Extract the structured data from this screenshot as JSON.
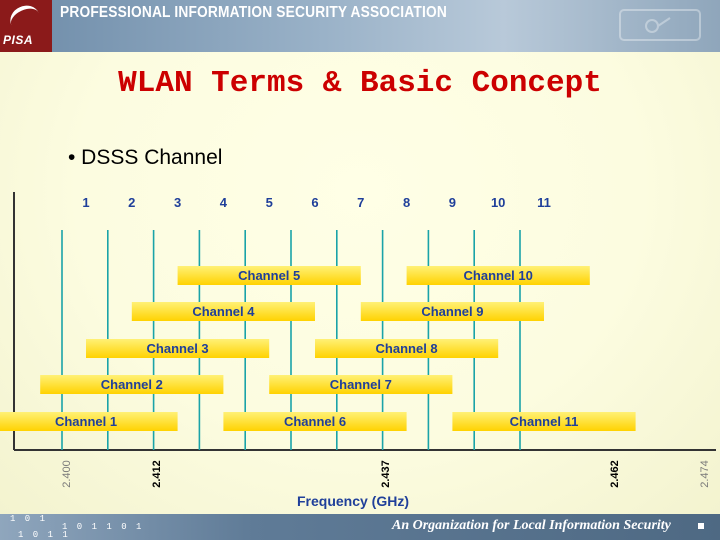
{
  "header": {
    "logo_text": "PISA",
    "org_name": "PROFESSIONAL INFORMATION SECURITY ASSOCIATION"
  },
  "slide": {
    "title": "WLAN Terms & Basic Concept",
    "bullet": "• DSSS Channel"
  },
  "footer": {
    "binary_1": "1 0 1",
    "binary_2": "1 0 1 1",
    "binary_3": "1 0 1 1 0 1",
    "tagline": "An Organization for Local Information Security"
  },
  "chart_data": {
    "type": "channel-bands",
    "xlabel": "Frequency (GHz)",
    "channel_numbers": [
      "1",
      "2",
      "3",
      "4",
      "5",
      "6",
      "7",
      "8",
      "9",
      "10",
      "11"
    ],
    "frequency_ticks": [
      {
        "label": "2.400",
        "value": 2.4,
        "bold": false
      },
      {
        "label": "2.412",
        "value": 2.412,
        "bold": true
      },
      {
        "label": "2.437",
        "value": 2.437,
        "bold": true
      },
      {
        "label": "2.462",
        "value": 2.462,
        "bold": true
      },
      {
        "label": "2.474",
        "value": 2.474,
        "bold": false
      }
    ],
    "bands": [
      {
        "label": "Channel 1",
        "channel": 1,
        "tier": 0
      },
      {
        "label": "Channel 6",
        "channel": 6,
        "tier": 0
      },
      {
        "label": "Channel 11",
        "channel": 11,
        "tier": 0
      },
      {
        "label": "Channel 2",
        "channel": 2,
        "tier": 1
      },
      {
        "label": "Channel 7",
        "channel": 7,
        "tier": 1
      },
      {
        "label": "Channel 3",
        "channel": 3,
        "tier": 2
      },
      {
        "label": "Channel 8",
        "channel": 8,
        "tier": 2
      },
      {
        "label": "Channel 4",
        "channel": 4,
        "tier": 3
      },
      {
        "label": "Channel 9",
        "channel": 9,
        "tier": 3
      },
      {
        "label": "Channel 5",
        "channel": 5,
        "tier": 4
      },
      {
        "label": "Channel 10",
        "channel": 10,
        "tier": 4
      }
    ],
    "colors": {
      "band": "#ffd200",
      "band_light": "#fff176",
      "line": "#1aa3a8",
      "axis": "#333333",
      "text_blue": "#1f3f9a"
    }
  }
}
